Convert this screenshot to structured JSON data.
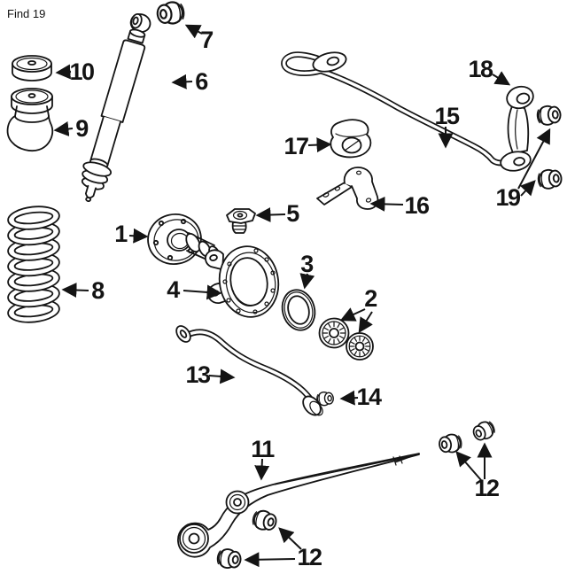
{
  "page": {
    "find_text": "Find 19"
  },
  "diagram": {
    "background": "#ffffff",
    "line_color": "#141414",
    "callouts": [
      {
        "num": "1",
        "part": "wheel-hub"
      },
      {
        "num": "2",
        "part": "wheel-bearings"
      },
      {
        "num": "3",
        "part": "grease-seal"
      },
      {
        "num": "4",
        "part": "steering-knuckle"
      },
      {
        "num": "5",
        "part": "spring-seat"
      },
      {
        "num": "6",
        "part": "shock-absorber"
      },
      {
        "num": "7",
        "part": "shock-bushing"
      },
      {
        "num": "8",
        "part": "coil-spring"
      },
      {
        "num": "9",
        "part": "bump-stop"
      },
      {
        "num": "10",
        "part": "bump-stop-washer"
      },
      {
        "num": "11",
        "part": "lower-control-arm"
      },
      {
        "num": "12",
        "part": "control-arm-bushings-left"
      },
      {
        "num": "12",
        "part": "control-arm-bushings-right"
      },
      {
        "num": "13",
        "part": "strut-rod"
      },
      {
        "num": "14",
        "part": "strut-rod-nut"
      },
      {
        "num": "15",
        "part": "stabilizer-bar"
      },
      {
        "num": "16",
        "part": "stabilizer-bar-bracket"
      },
      {
        "num": "17",
        "part": "stabilizer-bar-bushing"
      },
      {
        "num": "18",
        "part": "stabilizer-link"
      },
      {
        "num": "19",
        "part": "stabilizer-link-bushings"
      }
    ]
  }
}
